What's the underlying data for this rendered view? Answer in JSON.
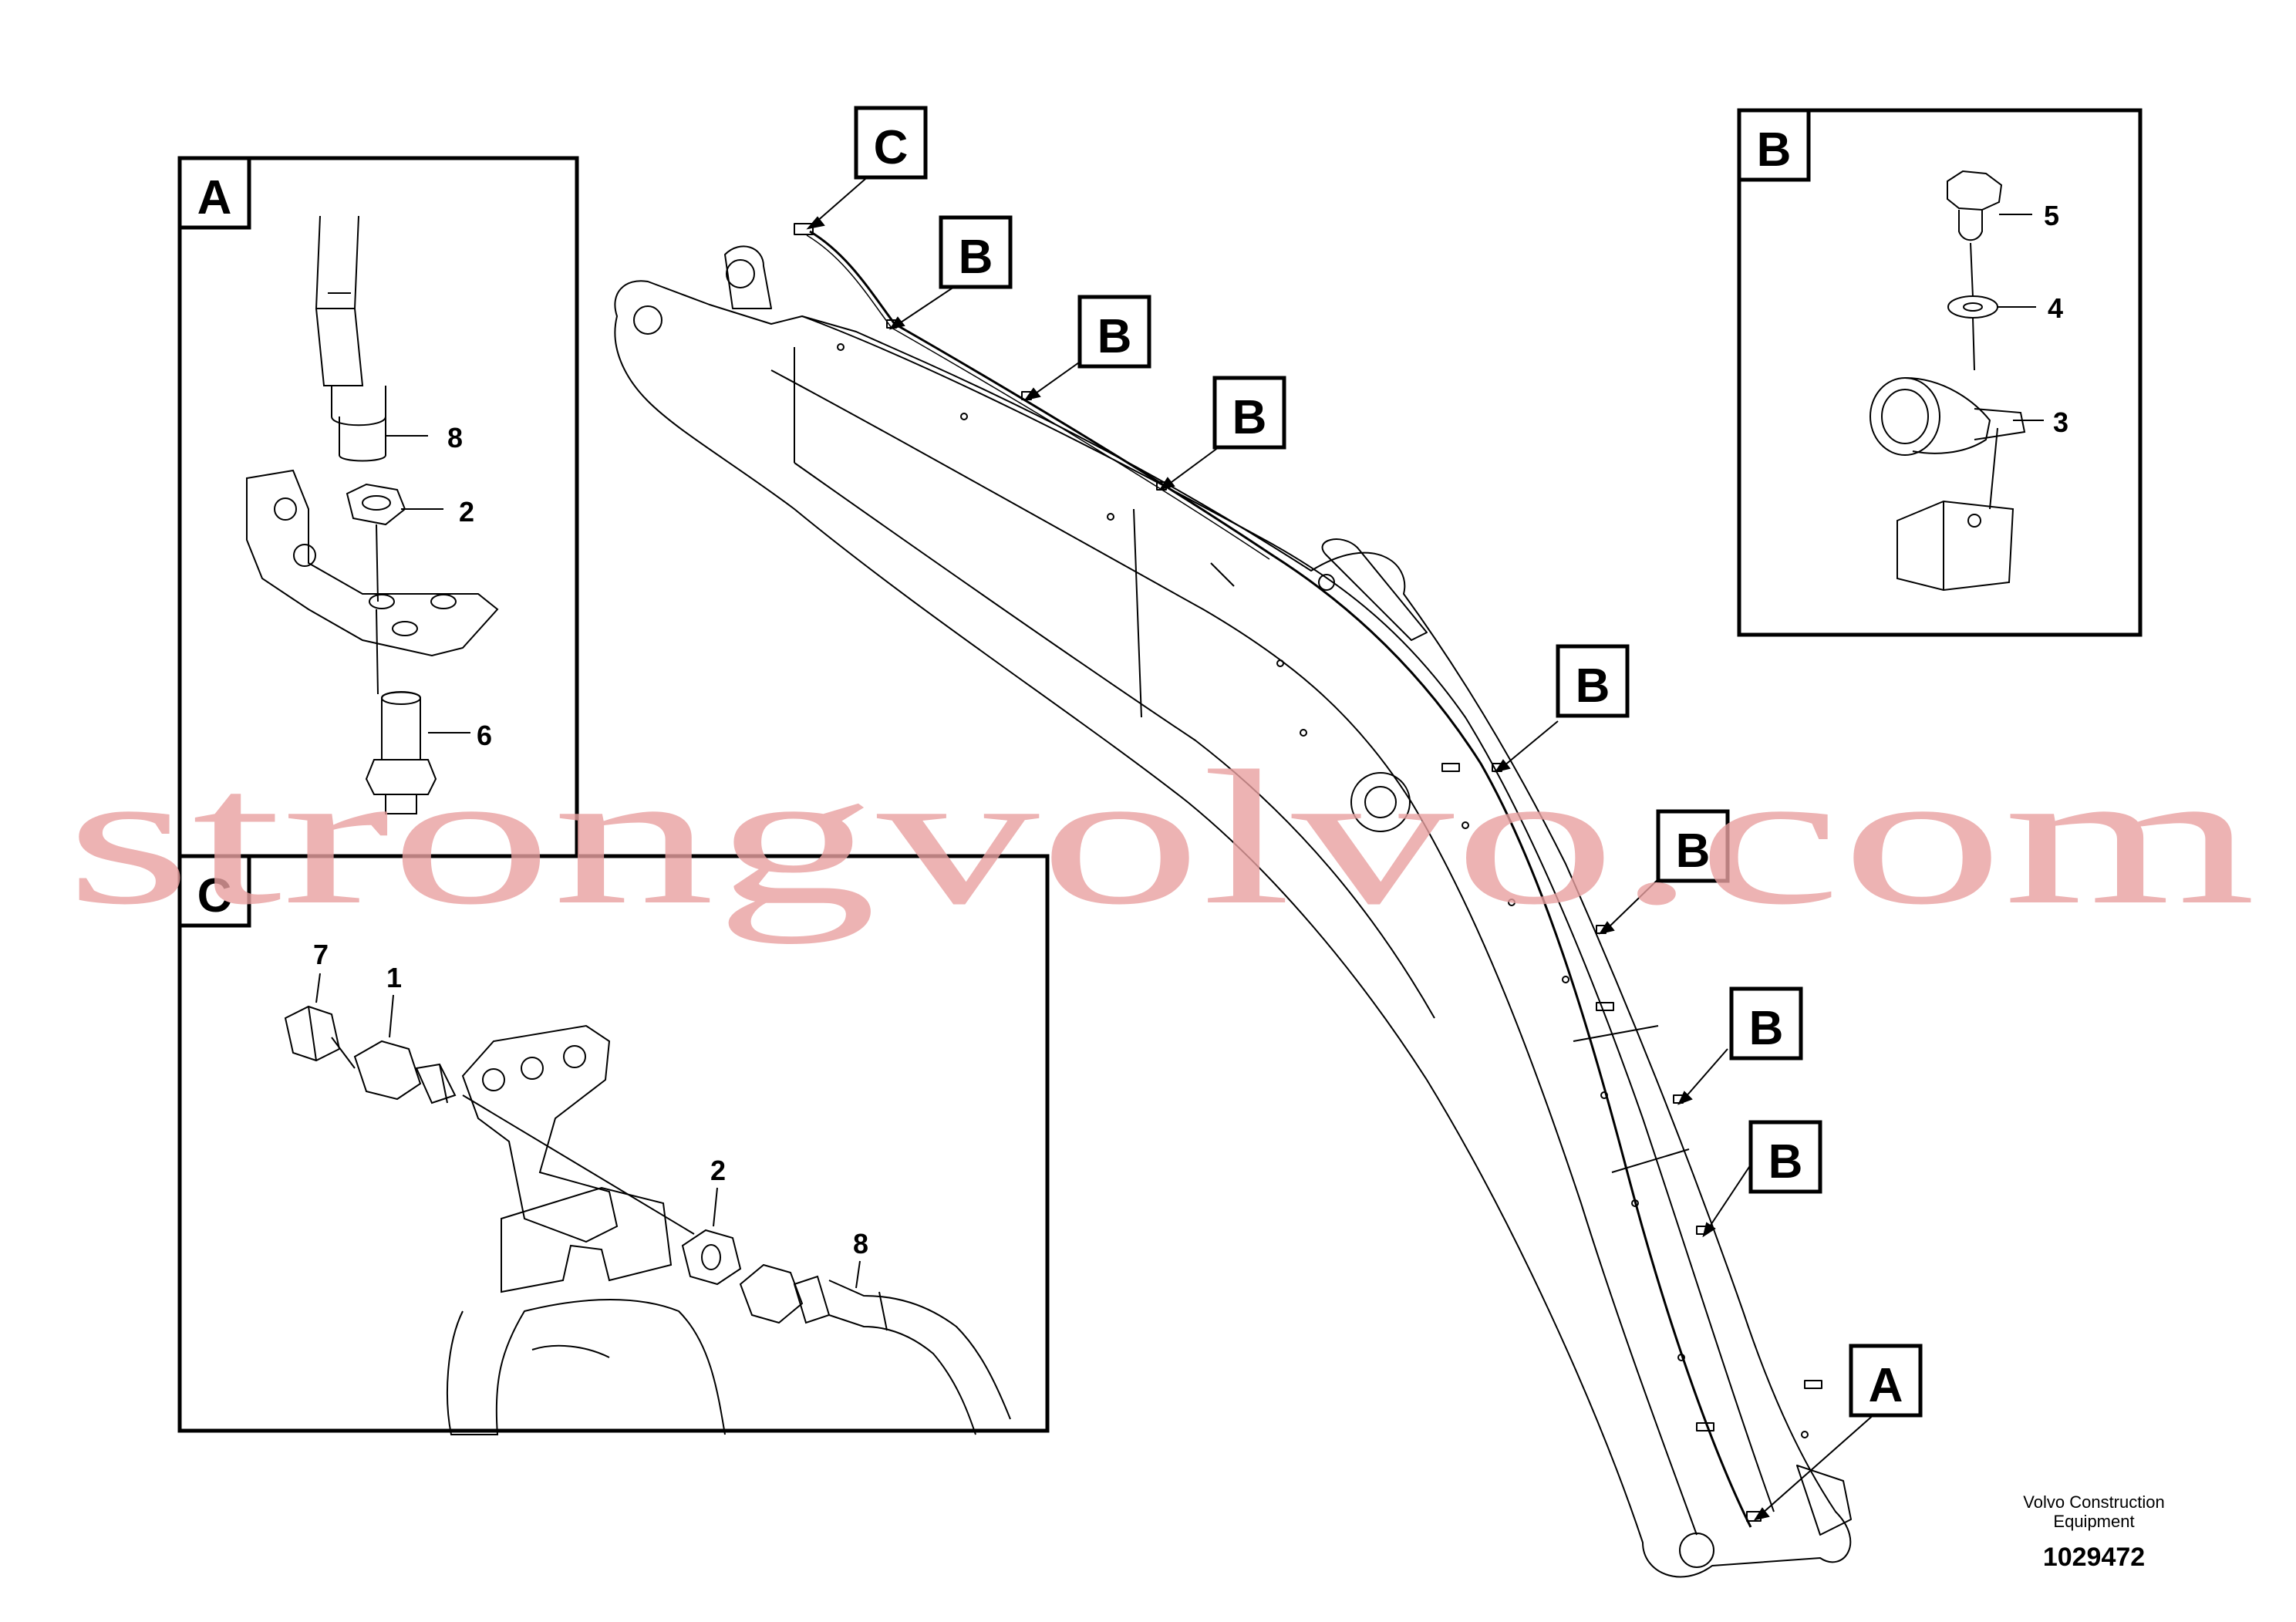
{
  "callouts": {
    "main_A": "A",
    "main_C": "C",
    "main_B": [
      "B",
      "B",
      "B",
      "B",
      "B",
      "B",
      "B"
    ]
  },
  "panel_A": {
    "title": "A",
    "parts": [
      "8",
      "2",
      "6"
    ]
  },
  "panel_B": {
    "title": "B",
    "parts": [
      "5",
      "4",
      "3"
    ]
  },
  "panel_C": {
    "title": "C",
    "parts": [
      "7",
      "1",
      "2",
      "8"
    ]
  },
  "footer": {
    "company_line1": "Volvo Construction",
    "company_line2": "Equipment",
    "drawing_number": "1029472"
  },
  "watermark": "strongvolvo.com",
  "colors": {
    "line": "#000000",
    "watermark": "#e8a0a0"
  }
}
